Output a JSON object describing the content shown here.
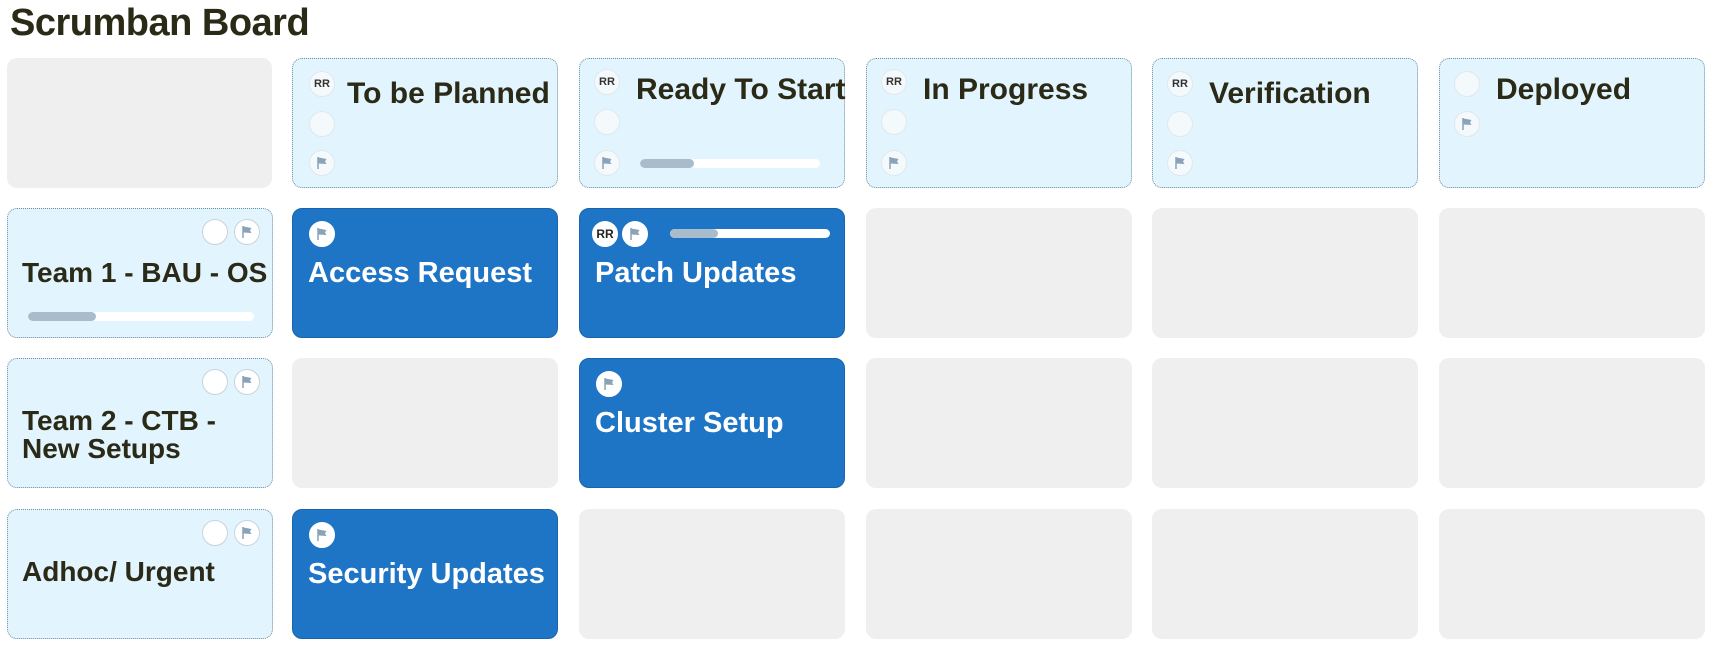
{
  "board": {
    "title": "Scrumban Board"
  },
  "columns": [
    {
      "label": "To be Planned",
      "owner": "RR"
    },
    {
      "label": "Ready To Start",
      "owner": "RR",
      "progress": 0.3
    },
    {
      "label": "In Progress",
      "owner": "RR"
    },
    {
      "label": "Verification",
      "owner": "RR"
    },
    {
      "label": "Deployed",
      "owner": ""
    }
  ],
  "rows": [
    {
      "label": "Team 1 - BAU - OS",
      "progress": 0.3
    },
    {
      "label": "Team 2 - CTB - New Setups"
    },
    {
      "label": "Adhoc/ Urgent"
    }
  ],
  "cards": [
    {
      "title": "Access Request",
      "owner": ""
    },
    {
      "title": "Patch Updates",
      "owner": "RR",
      "progress": 0.3
    },
    {
      "title": "Cluster Setup",
      "owner": ""
    },
    {
      "title": "Security Updates",
      "owner": ""
    }
  ],
  "colors": {
    "card_blue": "#1e74c5",
    "header_bg": "#e2f4fd",
    "empty_cell": "#efefef",
    "progress_fill": "#a9bccb"
  },
  "icons": {
    "flag": "flag-icon",
    "avatar": "avatar-icon"
  }
}
